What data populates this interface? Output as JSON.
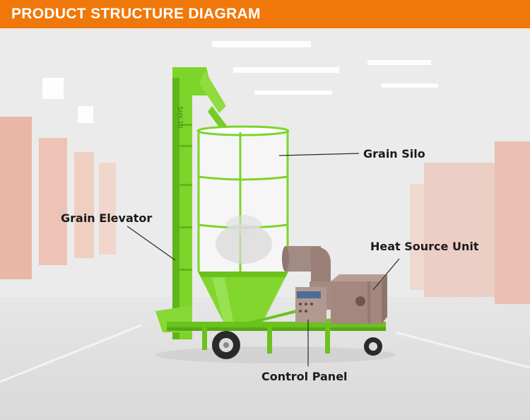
{
  "header": {
    "title": "PRODUCT STRUCTURE DIAGRAM"
  },
  "machine": {
    "model_marking": "5HY-10"
  },
  "labels": {
    "grain_silo": "Grain Silo",
    "grain_elevator": "Grain Elevator",
    "heat_source_unit": "Heat Source Unit",
    "control_panel": "Control Panel"
  },
  "colors": {
    "header": "#f0780a",
    "machine_green": "#7dd42a",
    "silo_white": "#f6f6f6",
    "heat_unit_brown": "#a0837a",
    "label_text": "#1a1a1a"
  }
}
